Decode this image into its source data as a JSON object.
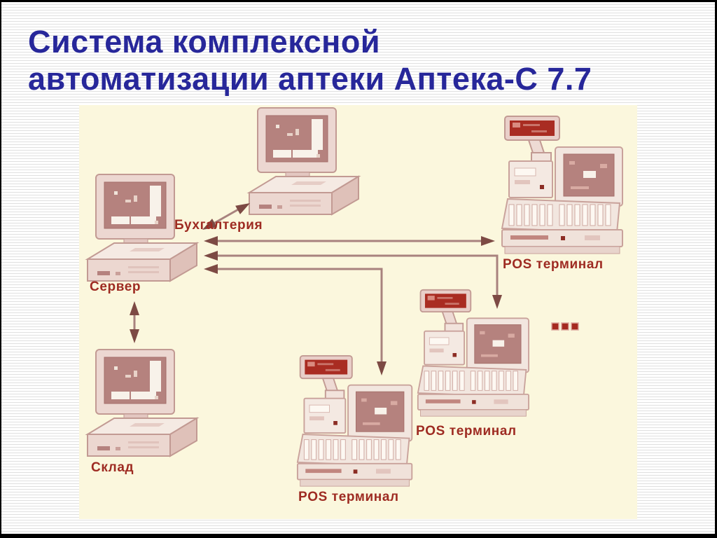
{
  "page": {
    "background_style": "white-with-gray-pinstripes",
    "frame_color": "#000000"
  },
  "title": {
    "line1": "Система комплексной",
    "line2": "автоматизации аптеки Аптека-С 7.7",
    "color": "#27279a"
  },
  "diagram": {
    "background": "#fbf7dd",
    "label_color": "#9e2b22",
    "arrow_line_color": "#a8827e",
    "arrow_head_color": "#7d4a44",
    "ellipsis": "...",
    "nodes": [
      {
        "id": "accounting-pc",
        "kind": "desktop-computer",
        "label": "Бухгалтерия"
      },
      {
        "id": "server-pc",
        "kind": "desktop-computer",
        "label": "Сервер"
      },
      {
        "id": "warehouse-pc",
        "kind": "desktop-computer",
        "label": "Склад"
      },
      {
        "id": "pos-terminal-right",
        "kind": "pos-terminal",
        "label": "POS терминал"
      },
      {
        "id": "pos-terminal-middle",
        "kind": "pos-terminal",
        "label": "POS терминал"
      },
      {
        "id": "pos-terminal-bottom",
        "kind": "pos-terminal",
        "label": "POS терминал"
      }
    ],
    "connections": [
      {
        "from": "server-pc",
        "to": "accounting-pc",
        "style": "double-headed-diagonal"
      },
      {
        "from": "server-pc",
        "to": "pos-terminal-right",
        "style": "double-headed-horizontal"
      },
      {
        "from": "server-pc",
        "to": "pos-terminal-middle",
        "style": "elbow-down"
      },
      {
        "from": "server-pc",
        "to": "pos-terminal-bottom",
        "style": "elbow-down"
      },
      {
        "from": "server-pc",
        "to": "warehouse-pc",
        "style": "double-headed-vertical"
      }
    ]
  }
}
